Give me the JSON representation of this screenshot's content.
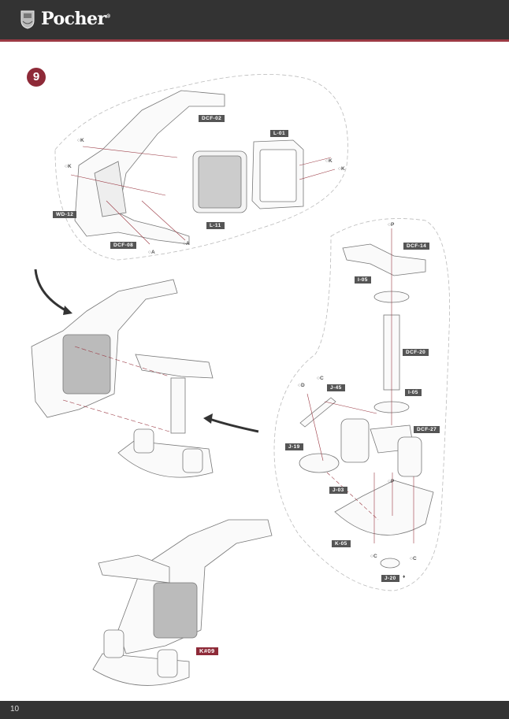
{
  "header": {
    "brand": "Pocher",
    "brand_mark": "®",
    "logo_icon": "shield-crest-icon",
    "colors": {
      "bar": "#333333",
      "accent_line": "#9b3a44"
    }
  },
  "step": {
    "number": "9",
    "color": "#8e2a38"
  },
  "parts_top": [
    {
      "id": "DCF-02"
    },
    {
      "id": "L-01"
    },
    {
      "id": "WD-12"
    },
    {
      "id": "DCF-08"
    },
    {
      "id": "L-11"
    }
  ],
  "hardware_top": [
    {
      "label": "K"
    },
    {
      "label": "K"
    },
    {
      "label": "K"
    },
    {
      "label": "K"
    },
    {
      "label": "A"
    },
    {
      "label": "A"
    }
  ],
  "parts_right": [
    {
      "id": "DCF-14"
    },
    {
      "id": "I-05"
    },
    {
      "id": "DCF-20"
    },
    {
      "id": "I-05"
    },
    {
      "id": "J-45"
    },
    {
      "id": "DCF-27"
    },
    {
      "id": "J-19"
    },
    {
      "id": "J-03"
    },
    {
      "id": "K-05"
    },
    {
      "id": "J-20"
    }
  ],
  "hardware_right": [
    {
      "label": "P"
    },
    {
      "label": "C"
    },
    {
      "label": "D"
    },
    {
      "label": "P"
    },
    {
      "label": "C"
    },
    {
      "label": "C"
    }
  ],
  "final_tag": {
    "id": "K#09",
    "color": "#8e2a38"
  },
  "icons": {
    "glue": "glue-drop-icon",
    "arrow": "curved-arrow-icon"
  },
  "footer": {
    "page_number": "10"
  }
}
